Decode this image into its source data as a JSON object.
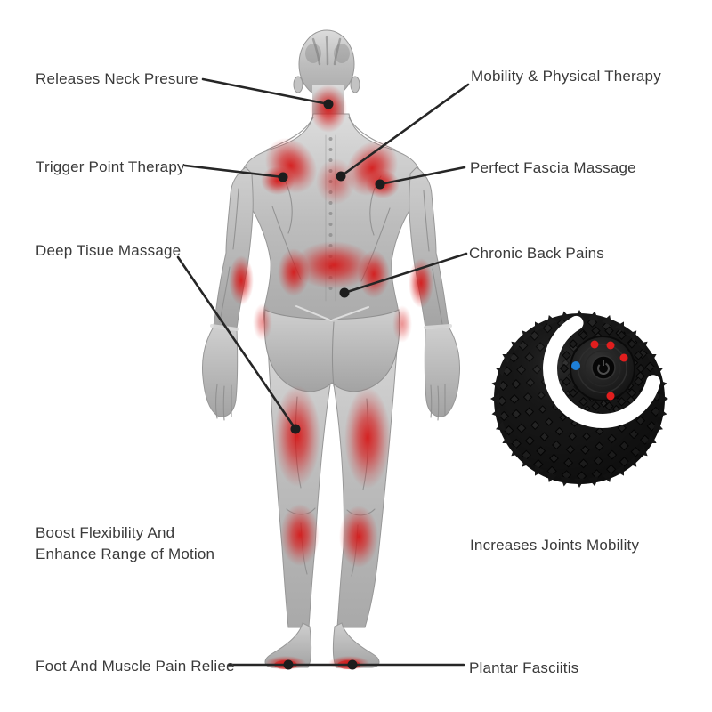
{
  "labels": {
    "releases_neck": "Releases Neck Presure",
    "mobility": "Mobility & Physical Therapy",
    "trigger_point": "Trigger Point Therapy",
    "fascia": "Perfect Fascia Massage",
    "deep_tissue": "Deep Tisue Massage",
    "chronic_back": "Chronic Back Pains",
    "flexibility_line1": "Boost Flexibility And",
    "flexibility_line2": "Enhance Range of Motion",
    "joints_mobility": "Increases Joints Mobility",
    "foot_relief": "Foot And Muscle Pain Reliee",
    "plantar": "Plantar Fasciitis"
  },
  "colors": {
    "background": "#ffffff",
    "label_text": "#3a3a3a",
    "callout_line": "#262626",
    "pain_highlight": "#d61616",
    "body_gray": "#b4b4b4",
    "ball_black": "#161616",
    "ball_ring": "#ffffff",
    "led_red": "#e11e1e",
    "led_blue": "#1e7fd6"
  }
}
